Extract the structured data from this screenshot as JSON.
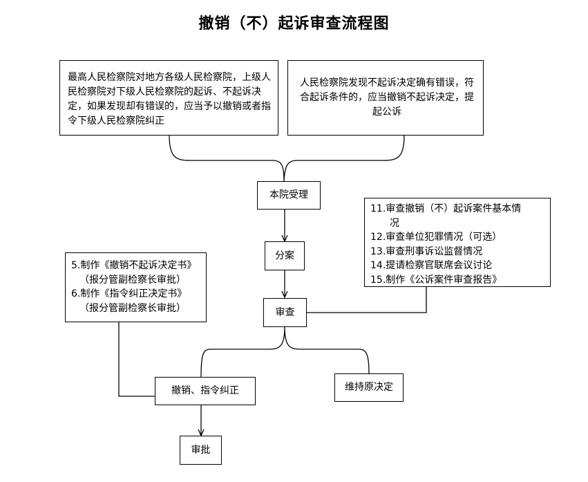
{
  "title": "撤销（不）起诉审查流程图",
  "boxes": {
    "superior": "最高人民检察院对地方各级人民检察院，上级人民检察院对下级人民检察院的起诉、不起诉决定，如果发现却有错误的，应当予以撤销或者指令下级人民检察院纠正",
    "self_discovery": "人民检察院发现不起诉决定确有错误，符合起诉条件的，应当撤销不起诉决定，提起公诉",
    "accept": "本院受理",
    "assign": "分案",
    "review": "审查",
    "revoke": "撤销、指令纠正",
    "maintain": "维持原决定",
    "approve": "审批"
  },
  "review_items": {
    "item11_a": "11.审查撤销（不）起诉案件基本情",
    "item11_b": "况",
    "item12": "12.审查单位犯罪情况（可选）",
    "item13": "13.审查刑事诉讼监督情况",
    "item14": "14.提请检察官联席会议讨论",
    "item15": "15.制作《公诉案件审查报告》"
  },
  "documents": {
    "doc5": "5.制作《撤销不起诉决定书》",
    "doc5_note": "（报分管副检察长审批）",
    "doc6": "6.制作《指令纠正决定书》",
    "doc6_note": "（报分管副检察长审批）"
  }
}
